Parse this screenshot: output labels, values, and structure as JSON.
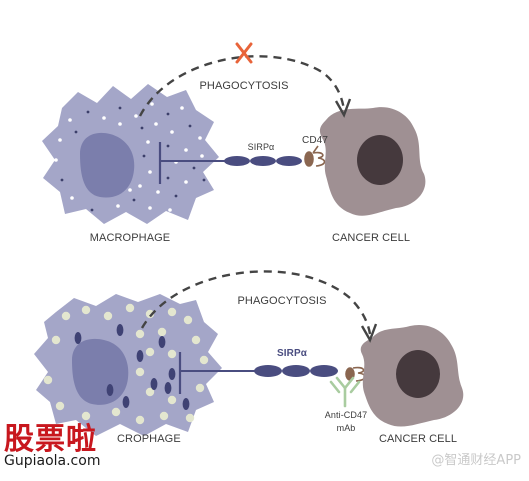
{
  "top_panel": {
    "phagocytosis_label": "PHAGOCYTOSIS",
    "receptor_label": "SIRPα",
    "ligand_label": "CD47",
    "macrophage_label": "MACROPHAGE",
    "cancer_cell_label": "CANCER CELL"
  },
  "bottom_panel": {
    "phagocytosis_label": "PHAGOCYTOSIS",
    "receptor_label": "SIRPα",
    "antibody_label_line1": "Anti-CD47",
    "antibody_label_line2": "mAb",
    "macrophage_label": "CROPHAGE",
    "cancer_cell_label": "CANCER CELL"
  },
  "watermarks": {
    "logo_text": "股票啦",
    "site": "Gupiaola.com",
    "source": "@智通财经APP"
  },
  "colors": {
    "macrophage_body": "#a4a6c8",
    "macrophage_nucleus": "#7b7eac",
    "cancer_body": "#9f9093",
    "cancer_nucleus": "#45393d",
    "sirpa": "#4a4d80",
    "cd47": "#8a6650",
    "antibody": "#a9cca0",
    "blocked_x": "#e8643a",
    "arrow": "#444444"
  }
}
